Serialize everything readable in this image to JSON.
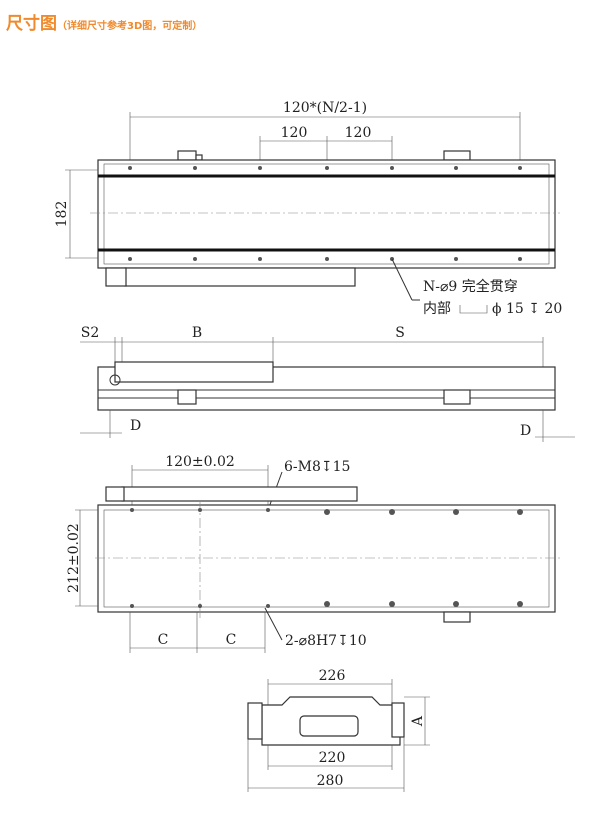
{
  "title": {
    "main": "尺寸图",
    "sub": "（详细尺寸参考3D图，可定制）"
  },
  "colors": {
    "title": "#f08a2c"
  },
  "top_view": {
    "dim_overall": "120*(N/2-1)",
    "dim_pitch_1": "120",
    "dim_pitch_2": "120",
    "dim_height": "182",
    "note_line1": "N-⌀9 完全贯穿",
    "note_line2_prefix": "内部",
    "note_line2_value": "ϕ 15 ↧ 20"
  },
  "side_view": {
    "s2": "S2",
    "b": "B",
    "s": "S",
    "d_left": "D",
    "d_right": "D"
  },
  "carriage_view": {
    "dim_hole_spacing": "120±0.02",
    "thread_note": "6-M8↧15",
    "dim_width": "212±0.02",
    "c1": "C",
    "c2": "C",
    "pin_note": "2-⌀8H7↧10"
  },
  "end_view": {
    "dim_226": "226",
    "dim_220": "220",
    "dim_280": "280",
    "dim_a": "A"
  }
}
